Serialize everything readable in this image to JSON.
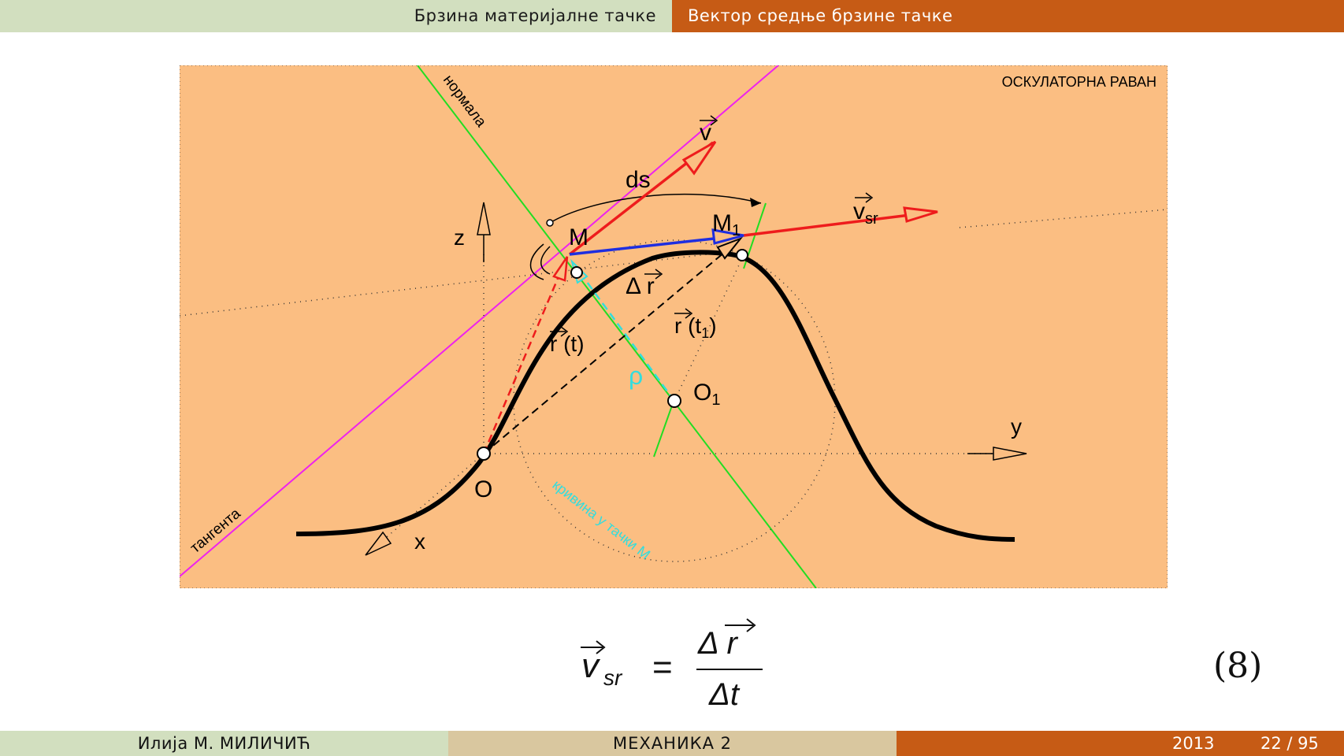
{
  "header": {
    "section": "Брзина материјалне тачке",
    "subsection": "Вектор средње брзине тачке"
  },
  "figure": {
    "plane_label": "ОСКУЛАТОРНА  РАВАН",
    "normal_label": "нормала",
    "tangent_label": "тангента",
    "curvature_label": "кривина  у  тачки М",
    "v": "v",
    "v_sr": "v",
    "v_sr_sub": "sr",
    "ds": "ds",
    "M": "M",
    "M1": "M",
    "M1_sub": "1",
    "delta_r": "Δ r",
    "r_t": "r (t)",
    "r_t1_a": "r (t",
    "r_t1_sub": "1",
    "r_t1_b": ")",
    "rho": "ρ",
    "O1": "O",
    "O1_sub": "1",
    "O": "O",
    "x": "x",
    "y": "y",
    "z": "z",
    "colors": {
      "background": "#fbbe82",
      "velocity": "#ee1c1c",
      "delta_r": "#1e2ee0",
      "normal": "#22dd22",
      "tangent": "#ee22ee",
      "radius": "#33dddd",
      "curve": "#000000"
    }
  },
  "equation": {
    "lhs": "v",
    "lhs_sub": "sr",
    "equals": "=",
    "numerator": "Δ r",
    "denominator": "Δt",
    "number": "(8)"
  },
  "footer": {
    "author": "Илија М. МИЛИЧИЋ",
    "course": "МЕХАНИКА 2",
    "year": "2013",
    "page": "22 / 95"
  }
}
